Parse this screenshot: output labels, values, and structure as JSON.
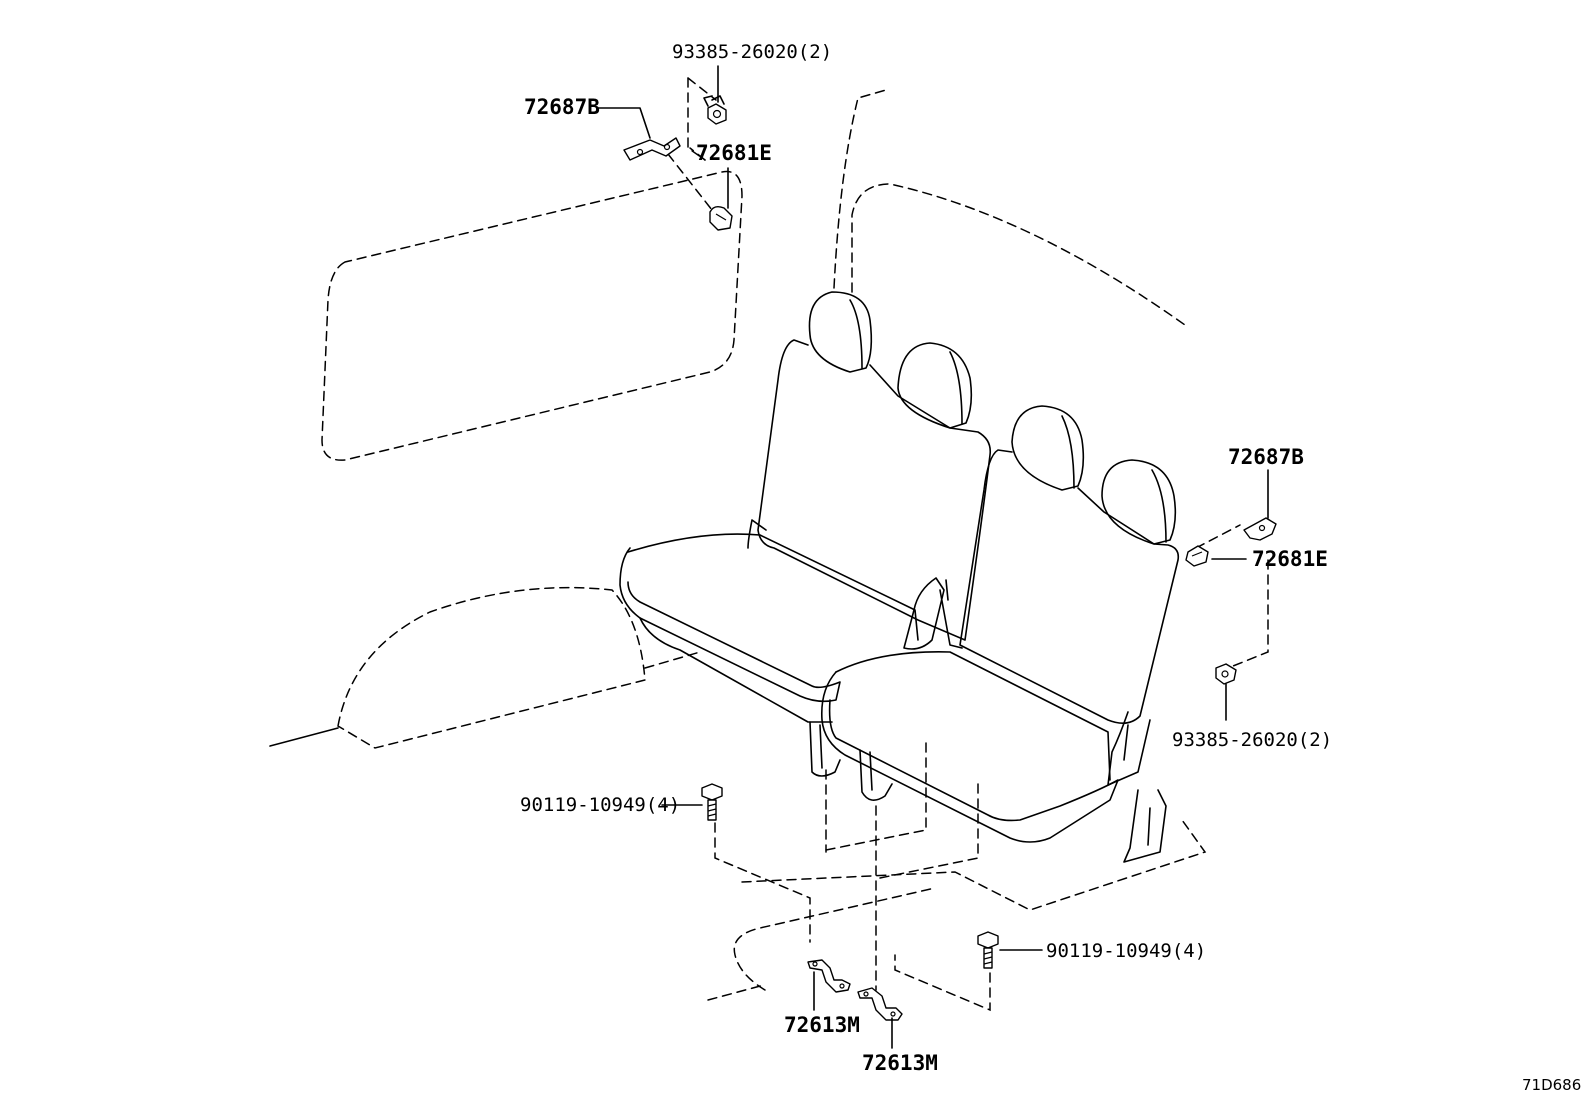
{
  "labels": {
    "bolt_top": "93385-26020(2)",
    "bracket_top": "72687B",
    "anchor_top": "72681E",
    "bracket_right": "72687B",
    "anchor_right": "72681E",
    "bolt_right": "93385-26020(2)",
    "floor_bolt_left": "90119-10949(4)",
    "floor_bolt_right": "90119-10949(4)",
    "floor_bracket_1": "72613M",
    "floor_bracket_2": "72613M"
  },
  "diagram_id": "71D686"
}
